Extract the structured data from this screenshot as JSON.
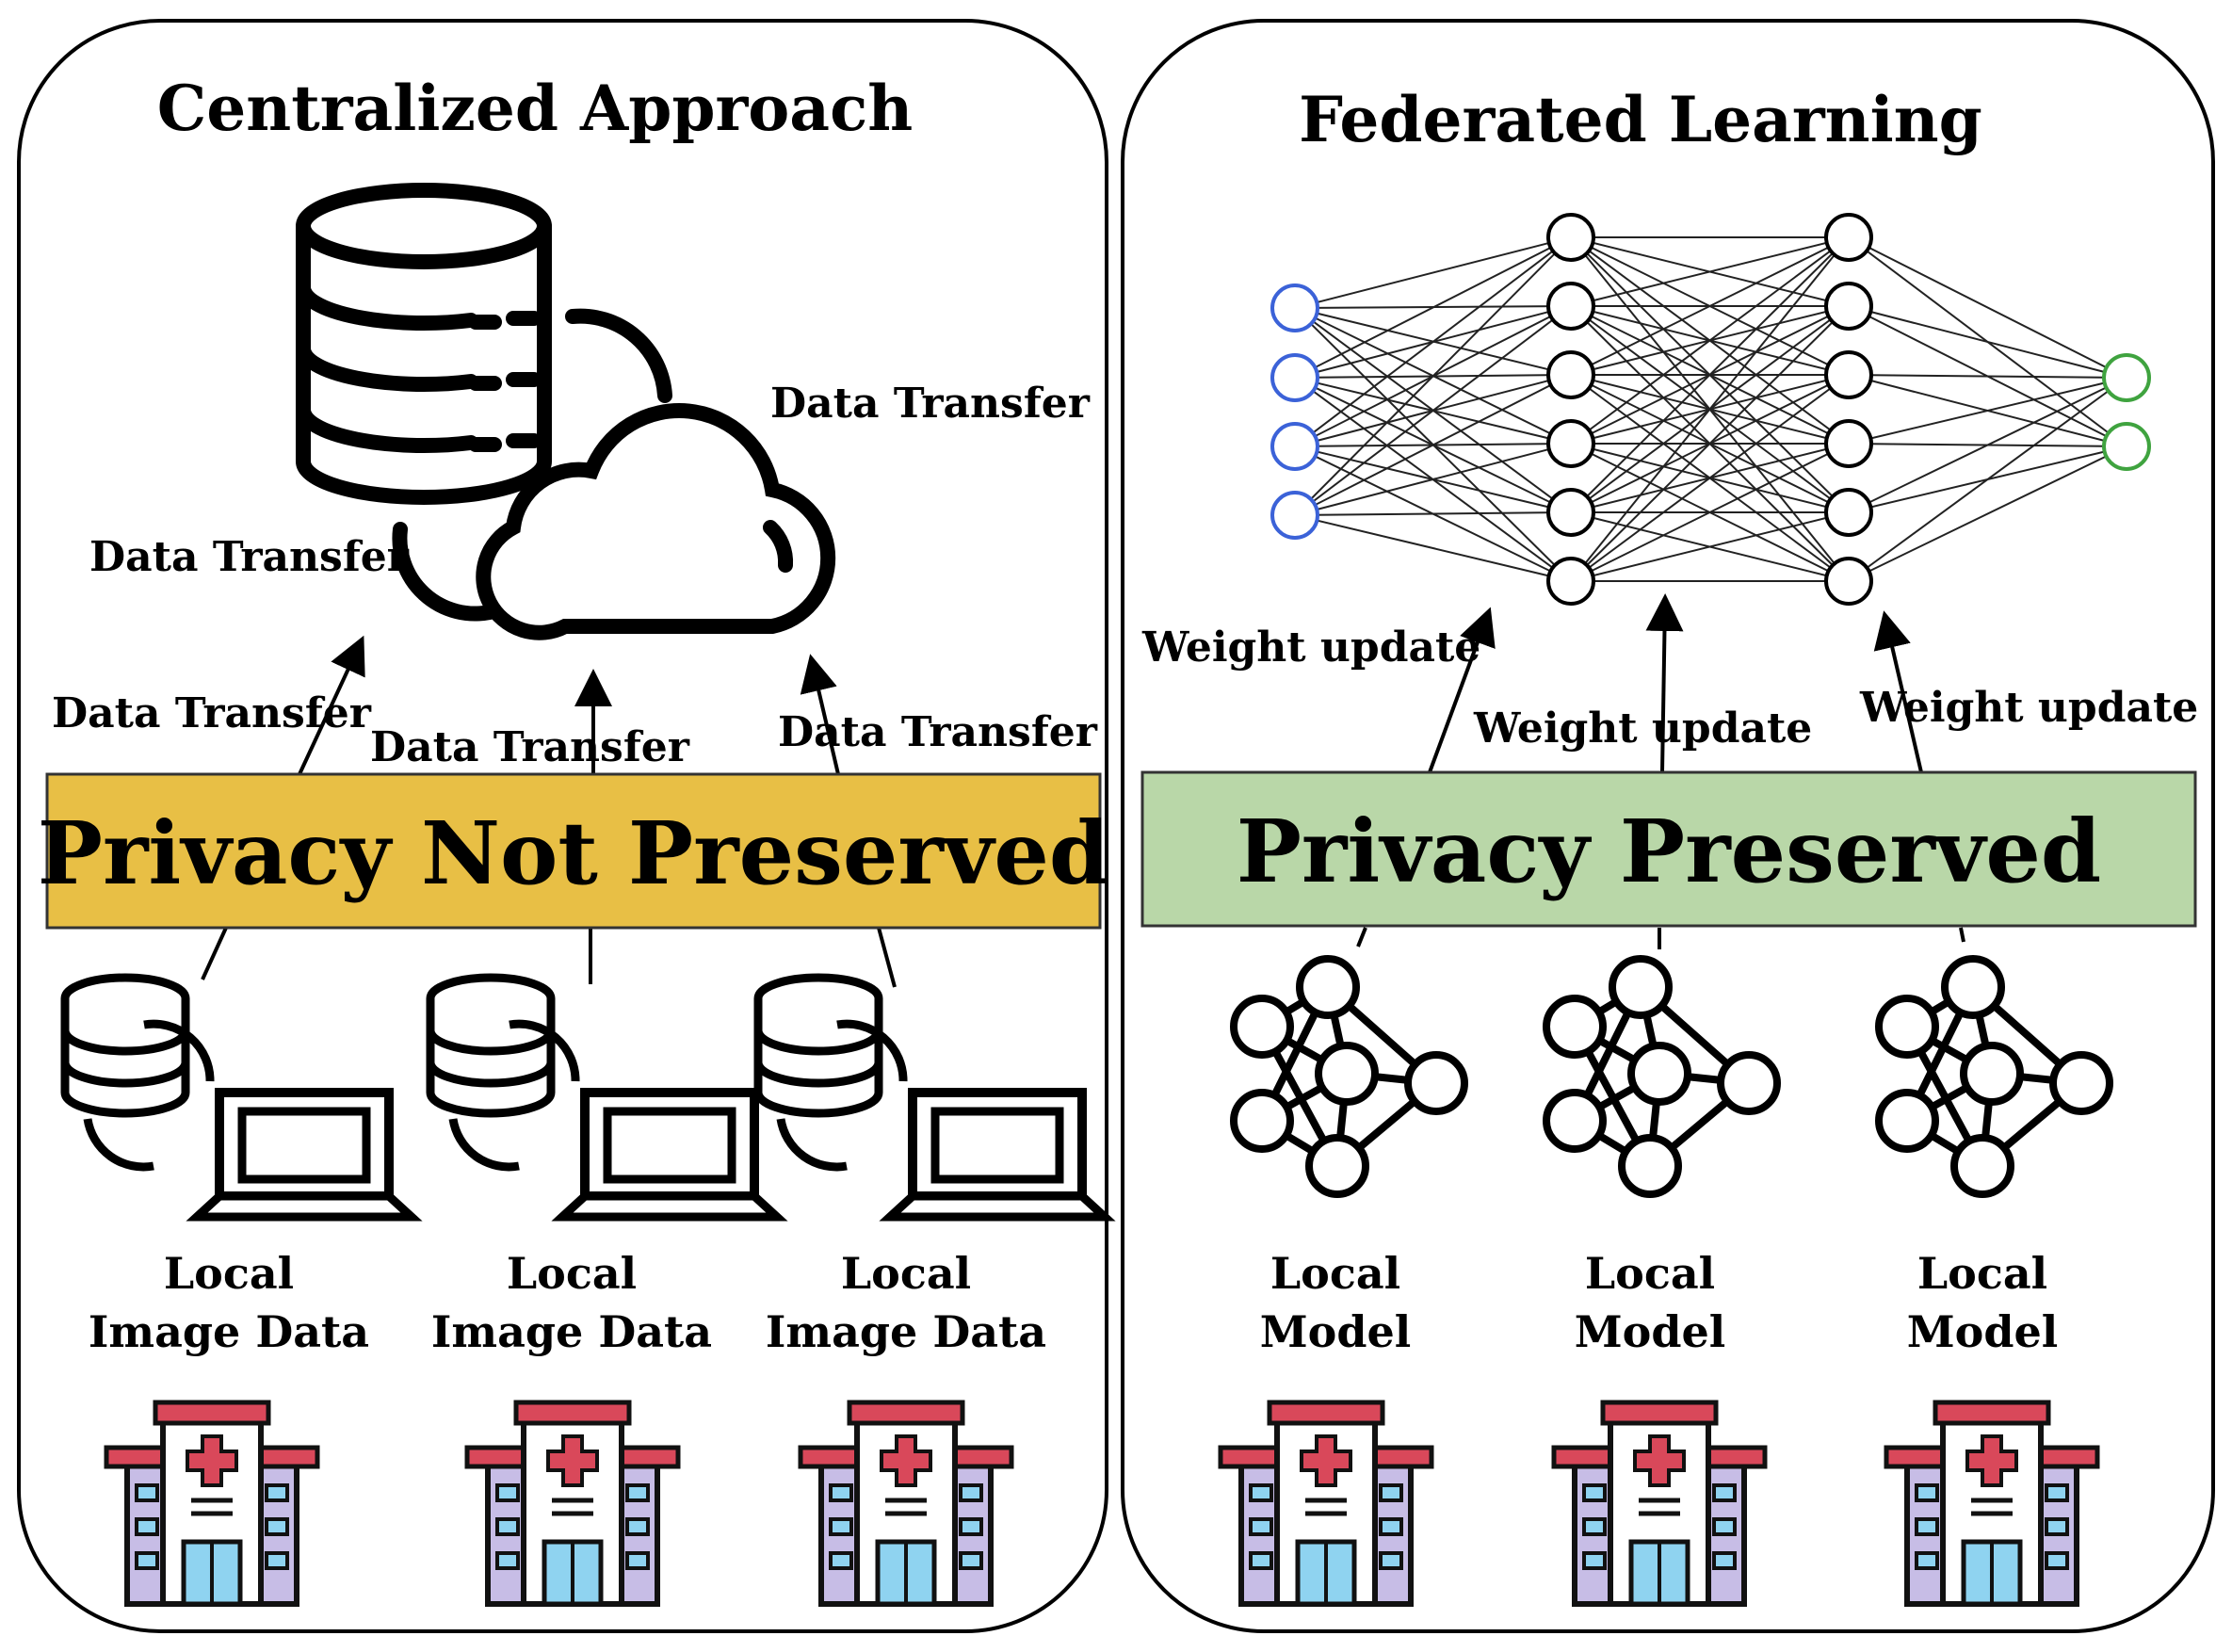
{
  "centralized": {
    "title": "Centralized Approach",
    "banner": "Privacy Not Preserved",
    "banner_color": "#E8BF45",
    "transfer_labels": [
      "Data Transfer",
      "Data Transfer",
      "Data Transfer",
      "Data Transfer",
      "Data Transfer"
    ],
    "sites": [
      {
        "label_line1": "Local",
        "label_line2": "Image Data"
      },
      {
        "label_line1": "Local",
        "label_line2": "Image Data"
      },
      {
        "label_line1": "Local",
        "label_line2": "Image Data"
      }
    ]
  },
  "federated": {
    "title": "Federated Learning",
    "banner": "Privacy Preserved",
    "banner_color": "#B9D7A8",
    "update_labels": [
      "Weight update",
      "Weight update",
      "Weight update"
    ],
    "network_layers": [
      4,
      6,
      6,
      2
    ],
    "input_color": "#3B62D8",
    "output_color": "#3FA33F",
    "sites": [
      {
        "label_line1": "Local",
        "label_line2": "Model"
      },
      {
        "label_line1": "Local",
        "label_line2": "Model"
      },
      {
        "label_line1": "Local",
        "label_line2": "Model"
      }
    ]
  },
  "hospital_colors": {
    "roof": "#D9485A",
    "body": "#C7BDE6",
    "window": "#8FD3F0"
  }
}
